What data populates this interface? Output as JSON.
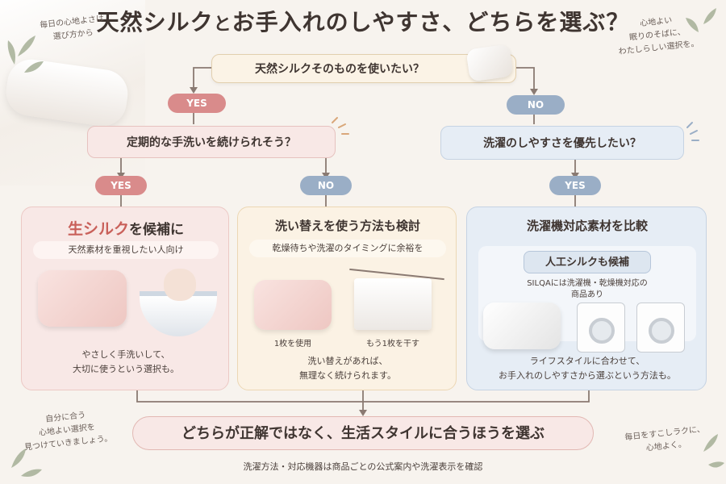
{
  "title": {
    "main_a": "天然シルク",
    "mid": "と",
    "main_b": "お手入れのしやすさ、どちらを選ぶ？"
  },
  "corner_notes": {
    "top_left": [
      "毎日の心地よさは",
      "選び方から"
    ],
    "top_right": [
      "心地よい",
      "眠りのそばに、",
      "わたしらしい選択を。"
    ],
    "bottom_left": [
      "自分に合う",
      "心地よい選択を",
      "見つけていきましょう。"
    ],
    "bottom_right": [
      "毎日をすこしラクに、",
      "心地よく。"
    ]
  },
  "start_question": "天然シルクそのものを使いたい？",
  "branch_labels": {
    "yes": "YES",
    "no": "NO"
  },
  "questions": {
    "hand_wash": "定期的な手洗いを続けられそう？",
    "easy_wash": "洗濯のしやすさを優先したい？"
  },
  "cards": {
    "raw_silk": {
      "title_accent": "生シルク",
      "title_rest": "を候補に",
      "subtitle": "天然素材を重視したい人向け",
      "note": [
        "やさしく手洗いして、",
        "大切に使うという選択も。"
      ]
    },
    "rotation": {
      "title": "洗い替えを使う方法も検討",
      "subtitle": "乾燥待ちや洗濯のタイミングに余裕を",
      "caption_left": "1枚を使用",
      "caption_right": "もう1枚を干す",
      "note": [
        "洗い替えがあれば、",
        "無理なく続けられます。"
      ]
    },
    "machine": {
      "title": "洗濯機対応素材を比較",
      "badge": "人工シルクも候補",
      "desc": [
        "SILQAには洗濯機・乾燥機対応の",
        "商品あり"
      ],
      "note": [
        "ライフスタイルに合わせて、",
        "お手入れのしやすさから選ぶという方法も。"
      ]
    }
  },
  "conclusion": "どちらが正解ではなく、生活スタイルに合うほうを選ぶ",
  "footer": "洗濯方法・対応機器は商品ごとの公式案内や洗濯表示を確認",
  "colors": {
    "yes": "#d98b8b",
    "no": "#9aaec6",
    "pink_bg": "#f8e8e6",
    "cream_bg": "#fbf2e4",
    "blue_bg": "#e6edf5",
    "accent_red": "#c9605a"
  }
}
